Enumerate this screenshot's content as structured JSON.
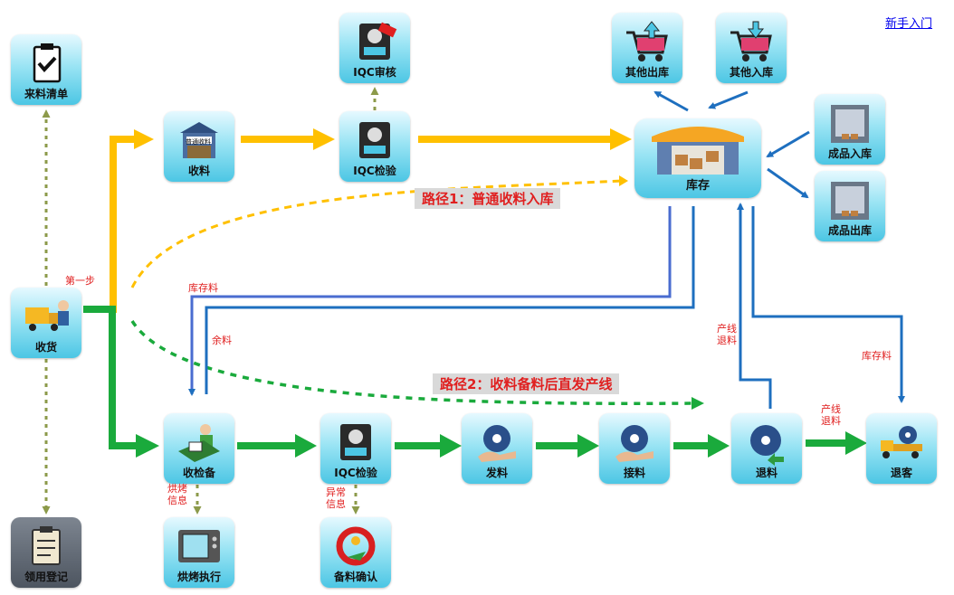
{
  "help_link": "新手入门",
  "nodes": {
    "incoming_list": "来料清单",
    "receiving": "收料",
    "iqc_review": "IQC审核",
    "iqc_check_1": "IQC检验",
    "warehouse": "库存",
    "other_out": "其他出库",
    "other_in": "其他入库",
    "finished_in": "成品入库",
    "finished_out": "成品出库",
    "receive_goods": "收货",
    "receive_prepare": "收检备",
    "iqc_check_2": "IQC检验",
    "issue": "发料",
    "accept": "接料",
    "return_material": "退料",
    "return_customer": "退客",
    "bake_exec": "烘烤执行",
    "prepare_confirm": "备料确认",
    "usage_register": "领用登记"
  },
  "icon_texts": {
    "receiving_sign": "普通收料"
  },
  "labels": {
    "first_step": "第一步",
    "path1": "路径1：普通收料入库",
    "path2": "路径2：收料备料后直发产线",
    "stock_material": "库存料",
    "leftover": "余料",
    "line_return_1": "产线\n退料",
    "line_return_2": "产线\n退料",
    "stock_material_2": "库存料",
    "bake_info": "烘烤\n信息",
    "abnormal_info": "异常\n信息"
  },
  "colors": {
    "yellow": "#ffc000",
    "green": "#1aaa3c",
    "blue": "#1e6fbf",
    "olive": "#8c9a4a",
    "red": "#e02020"
  }
}
